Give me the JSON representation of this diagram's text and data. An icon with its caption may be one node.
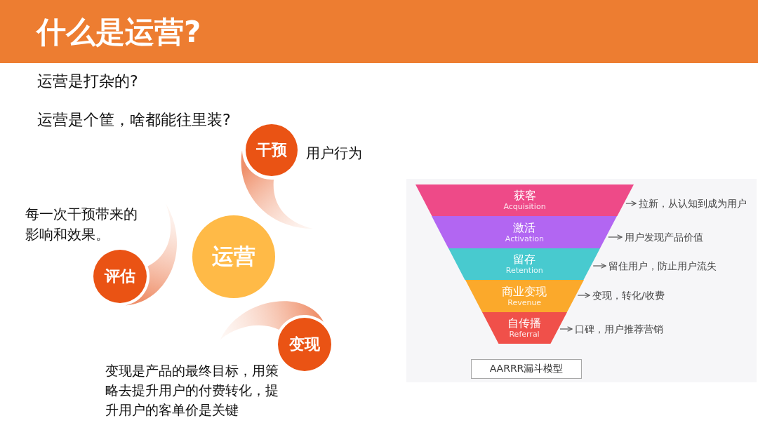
{
  "diagram": {
    "title": "什么是运营?",
    "nodes": [
      {
        "text": [
          "运营"
        ]
      },
      {
        "text": [
          "干预"
        ],
        "beside": [
          "用户行为"
        ]
      },
      {
        "text": [
          "评估"
        ],
        "beside": [
          "每一次干预带来的影响和效果。"
        ]
      },
      {
        "text": [
          "变现"
        ],
        "beside": [
          "变现是产品的最终目标，用策略去提升用户的付费转化，提升用户的客单价是关键"
        ]
      },
      {
        "text": [],
        "shape": "swoosh"
      },
      {
        "text": [],
        "shape": "swoosh"
      },
      {
        "text": [],
        "shape": "swoosh"
      },
      {
        "text": [
          "获客",
          "Acquisition"
        ]
      },
      {
        "text": [
          "激活",
          "Activation"
        ]
      },
      {
        "text": [
          "留存",
          "Retention"
        ]
      },
      {
        "text": [
          "商业变现",
          "Revenue"
        ]
      },
      {
        "text": [
          "自传播",
          "Referral"
        ]
      },
      {
        "text": [
          "拉新，从认知到成为用户"
        ]
      },
      {
        "text": [
          "用户发现产品价值"
        ]
      },
      {
        "text": [
          "留住用户，防止用户流失"
        ]
      },
      {
        "text": [
          "变现，转化/收费"
        ]
      },
      {
        "text": [
          "口碑，用户推荐营销"
        ]
      },
      {
        "text": [
          "AARRR漏斗模型"
        ]
      }
    ],
    "edges": [
      {
        "from": 7,
        "to": 12,
        "arrow": "to"
      },
      {
        "from": 8,
        "to": 13,
        "arrow": "to"
      },
      {
        "from": 9,
        "to": 14,
        "arrow": "to"
      },
      {
        "from": 10,
        "to": 15,
        "arrow": "to"
      },
      {
        "from": 11,
        "to": 16,
        "arrow": "to"
      }
    ],
    "labels": [
      "运营是打杂的?",
      "运营是个筐，啥都能往里装?"
    ]
  }
}
